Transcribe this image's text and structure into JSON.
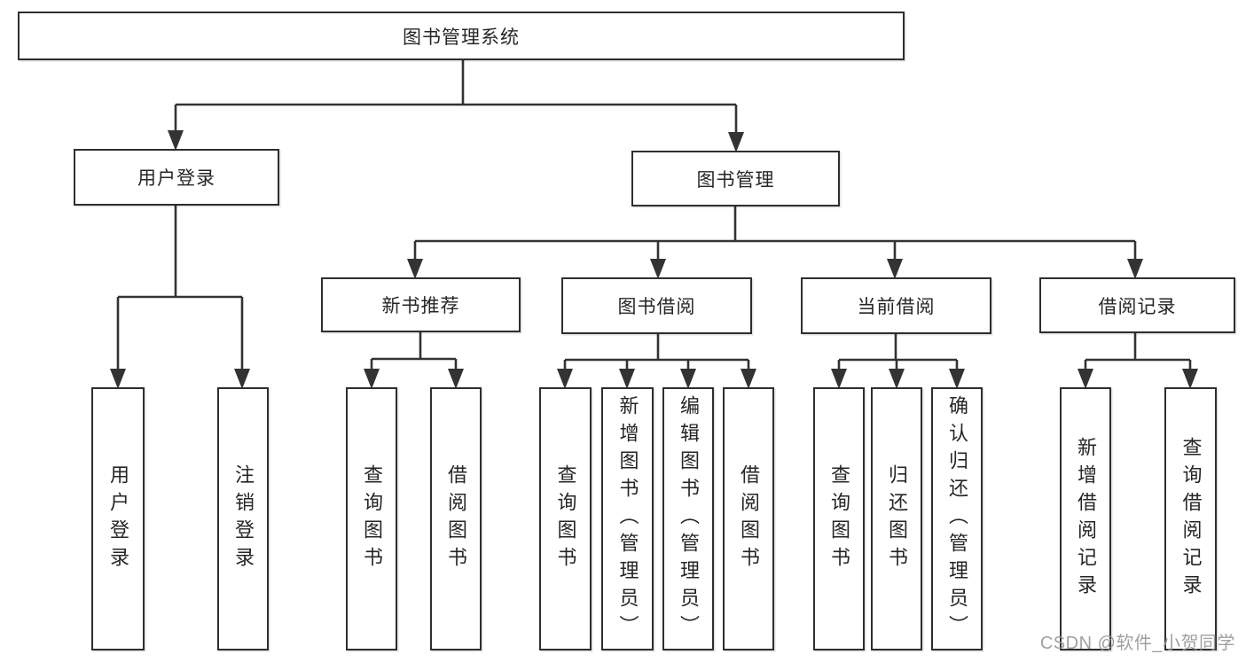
{
  "root": {
    "label": "图书管理系统"
  },
  "level1": {
    "user_login": {
      "label": "用户登录"
    },
    "book_mgmt": {
      "label": "图书管理"
    }
  },
  "level2": {
    "new_books": {
      "label": "新书推荐"
    },
    "book_borrow": {
      "label": "图书借阅"
    },
    "current_borrow": {
      "label": "当前借阅"
    },
    "borrow_records": {
      "label": "借阅记录"
    }
  },
  "leaves": {
    "user_login": {
      "label": "用户登录"
    },
    "logout": {
      "label": "注销登录"
    },
    "nb_query": {
      "label": "查询图书"
    },
    "nb_borrow": {
      "label": "借阅图书"
    },
    "bb_query": {
      "label": "查询图书"
    },
    "bb_add": {
      "label": "新增图书（管理员）"
    },
    "bb_edit": {
      "label": "编辑图书（管理员）"
    },
    "bb_borrow": {
      "label": "借阅图书"
    },
    "cb_query": {
      "label": "查询图书"
    },
    "cb_return": {
      "label": "归还图书"
    },
    "cb_confirm": {
      "label": "确认归还（管理员）"
    },
    "br_add": {
      "label": "新增借阅记录"
    },
    "br_query": {
      "label": "查询借阅记录"
    }
  },
  "watermark": "CSDN @软件_小贺同学",
  "colors": {
    "line": "#333333",
    "box_border": "#2e2e2e",
    "text": "#262626",
    "watermark": "#969696",
    "background": "#ffffff"
  }
}
